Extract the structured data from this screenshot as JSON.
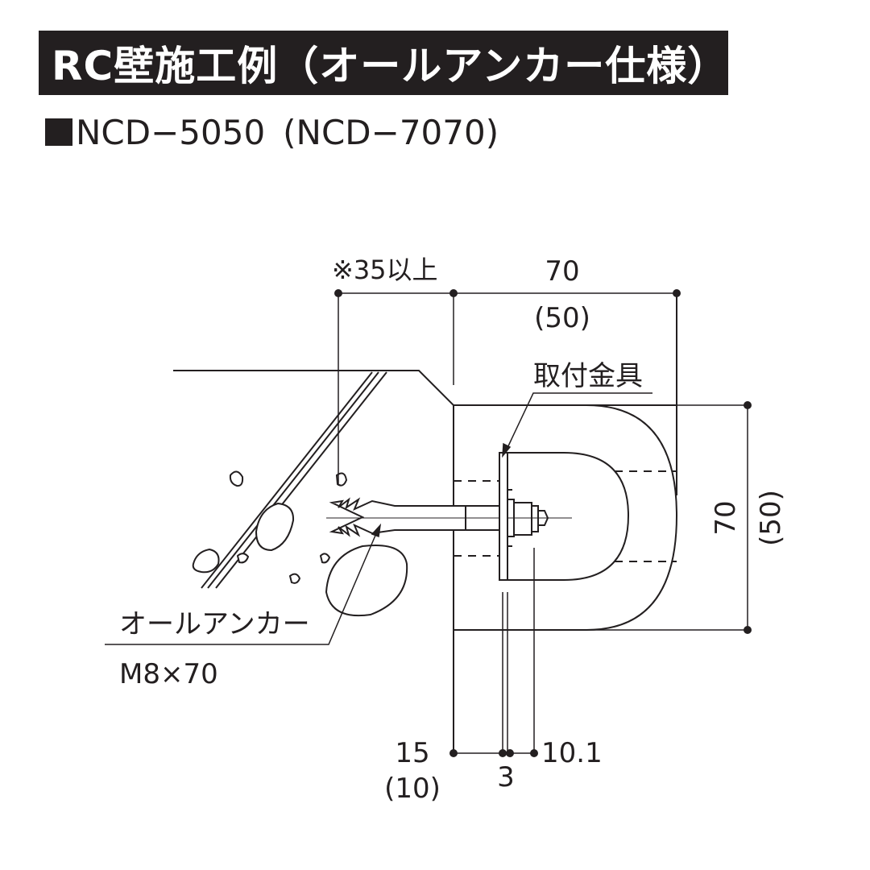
{
  "title": "RC壁施工例（オールアンカー仕様）",
  "model": {
    "primary": "NCD−5050",
    "alternate": "(NCD−7070)"
  },
  "annotations": {
    "min_distance": "※35以上",
    "top_width": "70",
    "top_width_alt": "(50)",
    "bracket_label": "取付金具",
    "right_height": "70",
    "right_height_alt": "(50)",
    "anchor_label": "オールアンカー",
    "anchor_size": "M8×70",
    "bottom_offset": "15",
    "bottom_offset_alt": "(10)",
    "bottom_plate": "3",
    "bottom_right": "10.1"
  }
}
